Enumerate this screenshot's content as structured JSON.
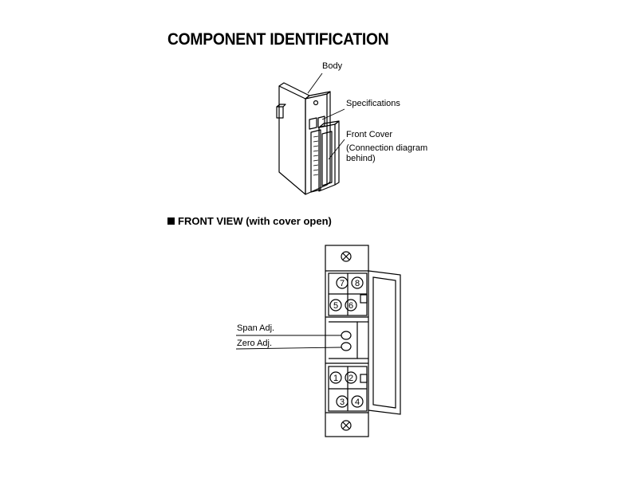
{
  "title": "COMPONENT IDENTIFICATION",
  "iso_view": {
    "labels": {
      "body": "Body",
      "specifications": "Specifications",
      "front_cover": "Front Cover",
      "connection_line1": "(Connection diagram",
      "connection_line2": "behind)"
    }
  },
  "front_view": {
    "heading": "FRONT VIEW (with cover open)",
    "labels": {
      "span_adj": "Span Adj.",
      "zero_adj": "Zero Adj."
    },
    "terminals": [
      "7",
      "8",
      "5",
      "6",
      "1",
      "2",
      "3",
      "4"
    ]
  }
}
